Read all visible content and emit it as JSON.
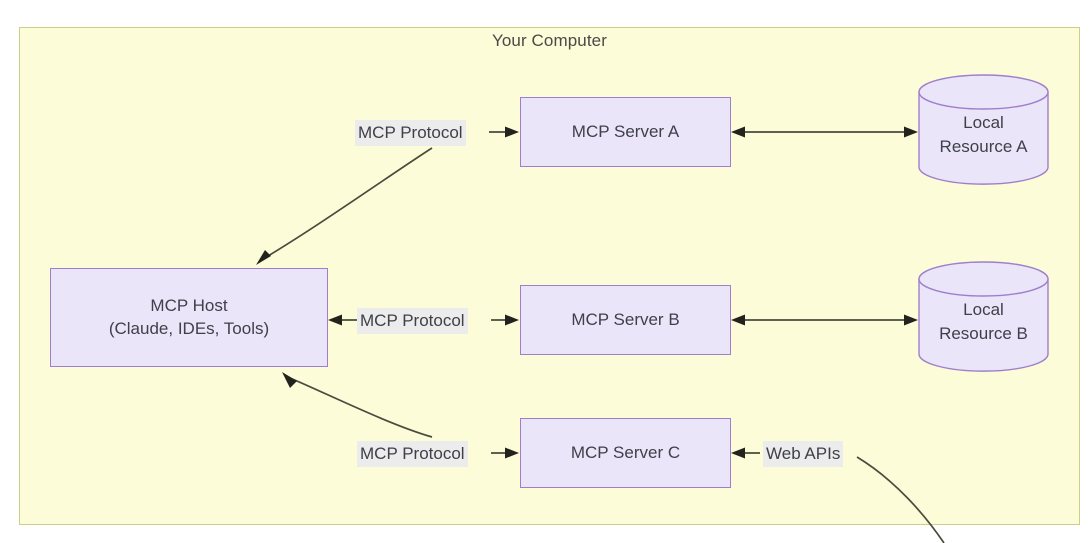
{
  "diagram": {
    "title": "Your Computer",
    "type": "architecture-diagram",
    "colors": {
      "boundary_fill": "#fcfcd9",
      "boundary_border": "#cfce87",
      "node_fill": "#ebe5fa",
      "node_border": "#9f7fcc",
      "edge_stroke": "#4a4a3f",
      "label_background": "#ececec",
      "text": "#3f4049"
    },
    "nodes": {
      "host": {
        "line1": "MCP Host",
        "line2": "(Claude, IDEs, Tools)"
      },
      "server_a": {
        "label": "MCP Server A"
      },
      "server_b": {
        "label": "MCP Server B"
      },
      "server_c": {
        "label": "MCP Server C"
      },
      "resource_a": {
        "line1": "Local",
        "line2": "Resource A"
      },
      "resource_b": {
        "line1": "Local",
        "line2": "Resource B"
      }
    },
    "edge_labels": {
      "protocol_a": "MCP Protocol",
      "protocol_b": "MCP Protocol",
      "protocol_c": "MCP Protocol",
      "web_apis": "Web APIs"
    }
  }
}
